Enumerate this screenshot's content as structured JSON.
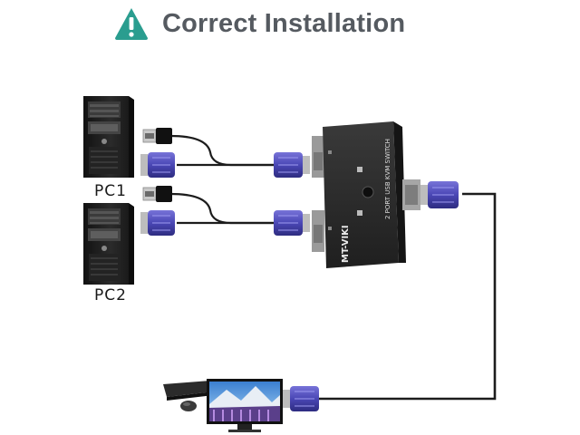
{
  "header": {
    "title": "Correct Installation",
    "icon": "warning-icon",
    "accent_color": "#2a9d8f"
  },
  "computers": [
    {
      "label": "PC1"
    },
    {
      "label": "PC2"
    }
  ],
  "kvm_switch": {
    "brand": "MT-VIKI",
    "model": "2 PORT USB KVM SWITCH"
  },
  "colors": {
    "connector": "#4a47b5",
    "cable": "#1c1c1c",
    "device": "#2a2a2a"
  }
}
